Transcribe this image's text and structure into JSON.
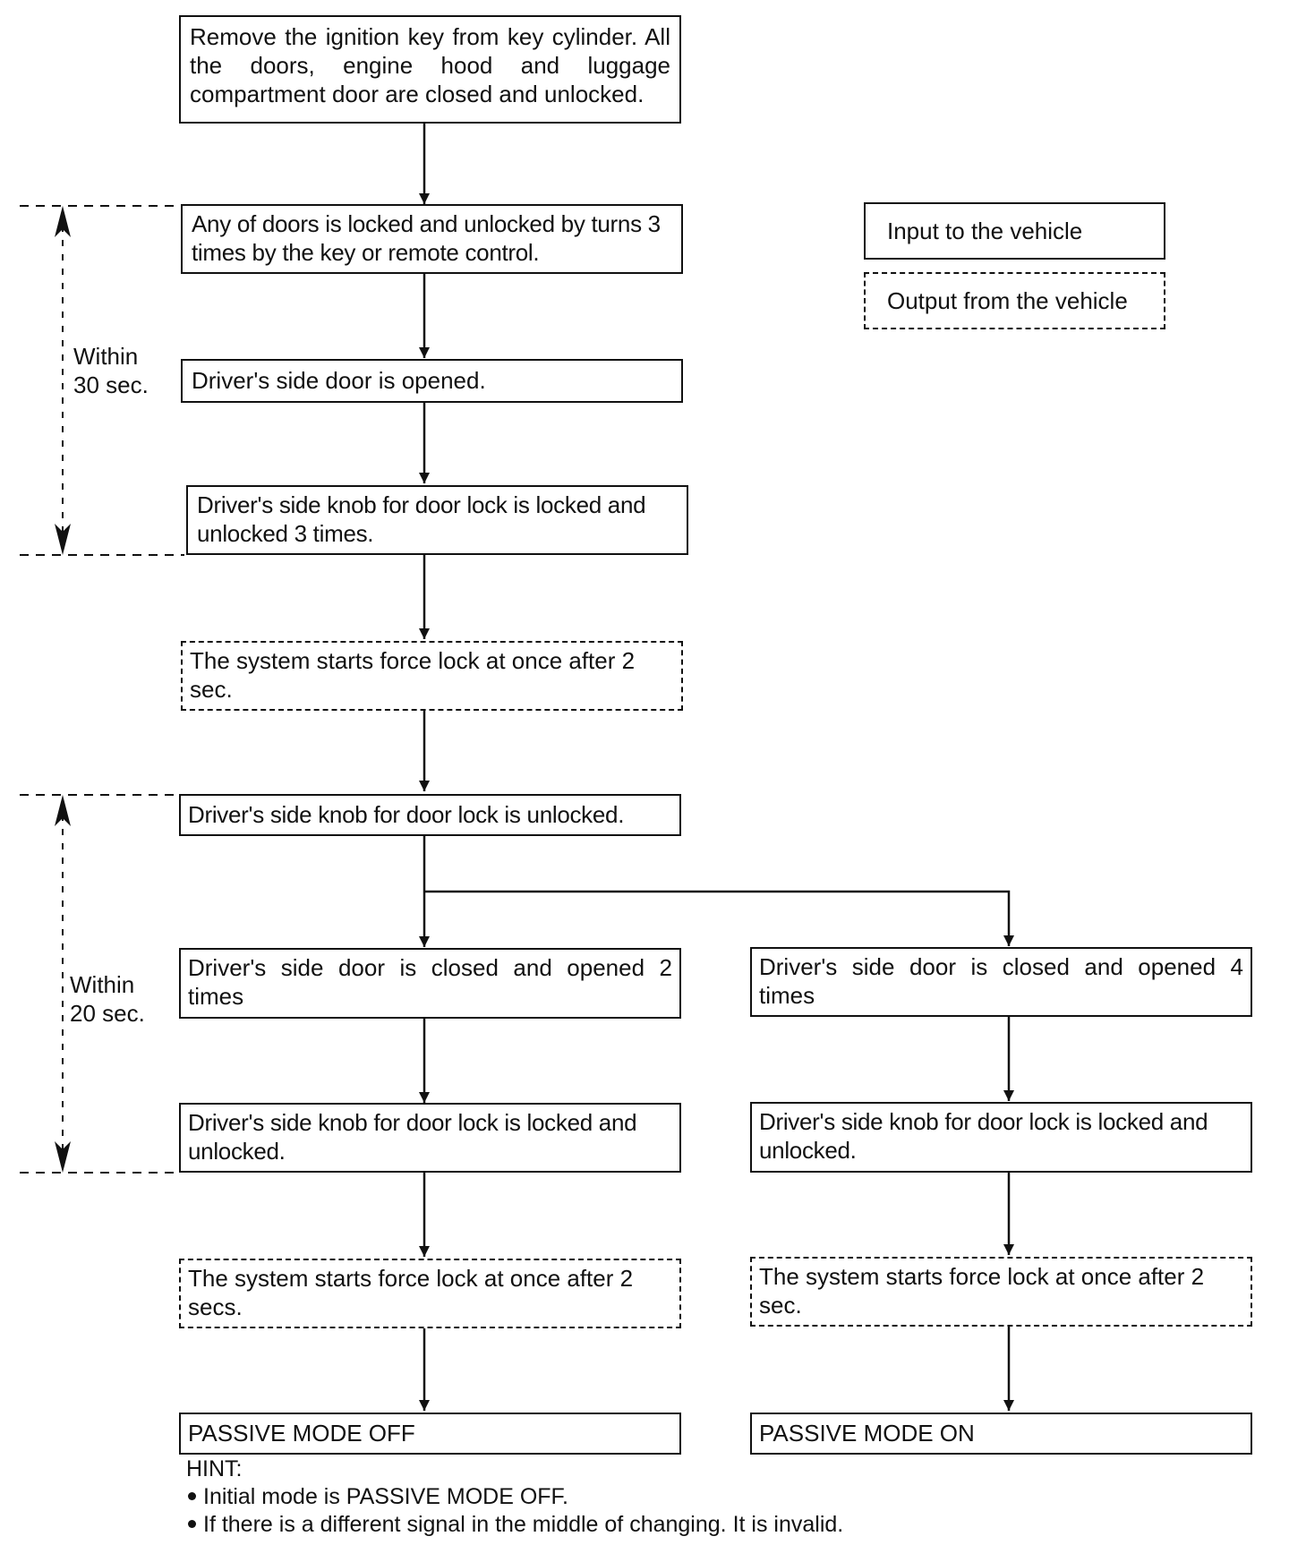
{
  "steps": {
    "s1": "Remove the ignition key from key cylinder. All the doors, engine hood and luggage compartment door are closed and unlocked.",
    "s2": "Any of doors is locked and unlocked by turns 3 times by the key or remote control.",
    "s3": "Driver's side door is opened.",
    "s4": "Driver's side knob for door lock is locked and unlocked 3 times.",
    "s5": "The system starts force lock at once after 2 sec.",
    "s6": "Driver's side knob for door lock is unlocked.",
    "s7a": "Driver's side door is closed and opened 2 times",
    "s7b": "Driver's side door is closed and opened 4 times",
    "s8a": "Driver's side knob for door lock is locked and unlocked.",
    "s8b": "Driver's side knob for door lock is locked and unlocked.",
    "s9a": "The system starts force lock at once after 2 secs.",
    "s9b": "The system starts force lock at once after 2 sec.",
    "s10a": "PASSIVE MODE OFF",
    "s10b": "PASSIVE MODE ON"
  },
  "timing": {
    "t1_line1": "Within",
    "t1_line2": "30 sec.",
    "t2_line1": "Within",
    "t2_line2": "20 sec."
  },
  "legend": {
    "input": "Input to the vehicle",
    "output": "Output from the vehicle"
  },
  "hint": {
    "title": "HINT:",
    "items": [
      "Initial mode is PASSIVE MODE OFF.",
      "If there is a different signal in the middle of changing. It is invalid."
    ]
  }
}
